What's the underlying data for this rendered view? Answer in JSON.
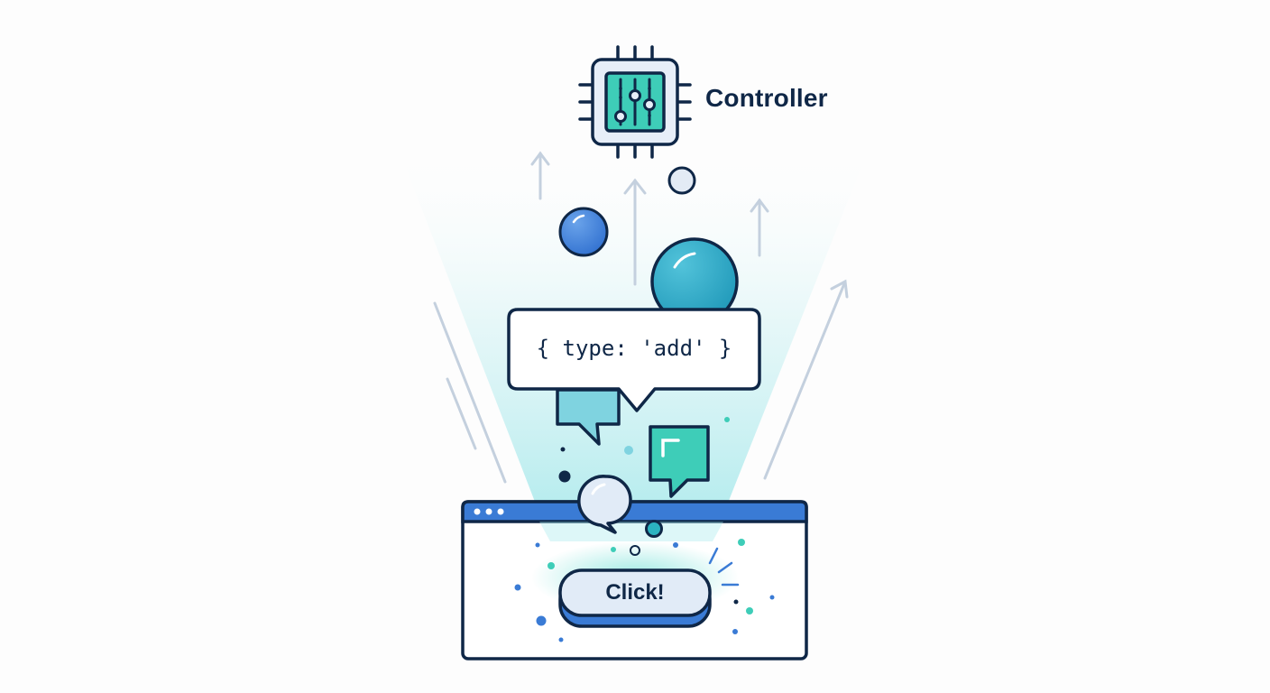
{
  "controller": {
    "label": "Controller",
    "icon": "chip-sliders-icon"
  },
  "message": {
    "code": "{ type: 'add' }"
  },
  "browser": {
    "button_label": "Click!",
    "window_dots": 3
  },
  "colors": {
    "navy": "#0f2747",
    "blue": "#3a7bd5",
    "teal": "#2bb3c0",
    "mint": "#3ecdb8",
    "light_cyan": "#7fd3e0",
    "beam": "#c9f0f2",
    "arrow_gray": "#c4d0de"
  }
}
